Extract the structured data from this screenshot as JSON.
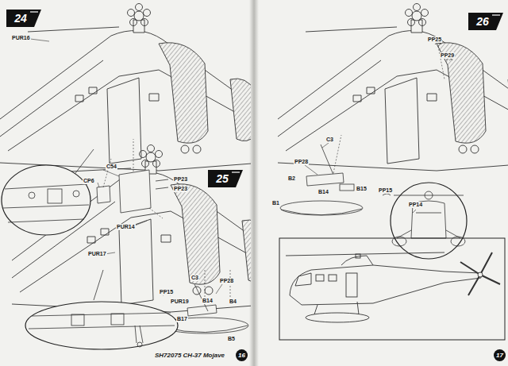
{
  "diagram": {
    "nodes": [
      {
        "text": [
          "24"
        ]
      },
      {
        "text": [
          "25"
        ]
      },
      {
        "text": [
          "16"
        ]
      },
      {
        "text": [
          "26"
        ]
      },
      {
        "text": [
          "17"
        ]
      }
    ],
    "labels": [
      "PUR16",
      "PP23",
      "PP23",
      "C54",
      "CP6",
      "PUR14",
      "PUR17",
      "PP28",
      "C3",
      "B4",
      "B14",
      "B17",
      "PP15",
      "PUR19",
      "B5",
      "SH72075 CH-37 Mojave",
      "PP25",
      "PP29",
      "PP28",
      "C3",
      "B2",
      "B14",
      "B15",
      "PP15",
      "PP14",
      "B1"
    ]
  }
}
